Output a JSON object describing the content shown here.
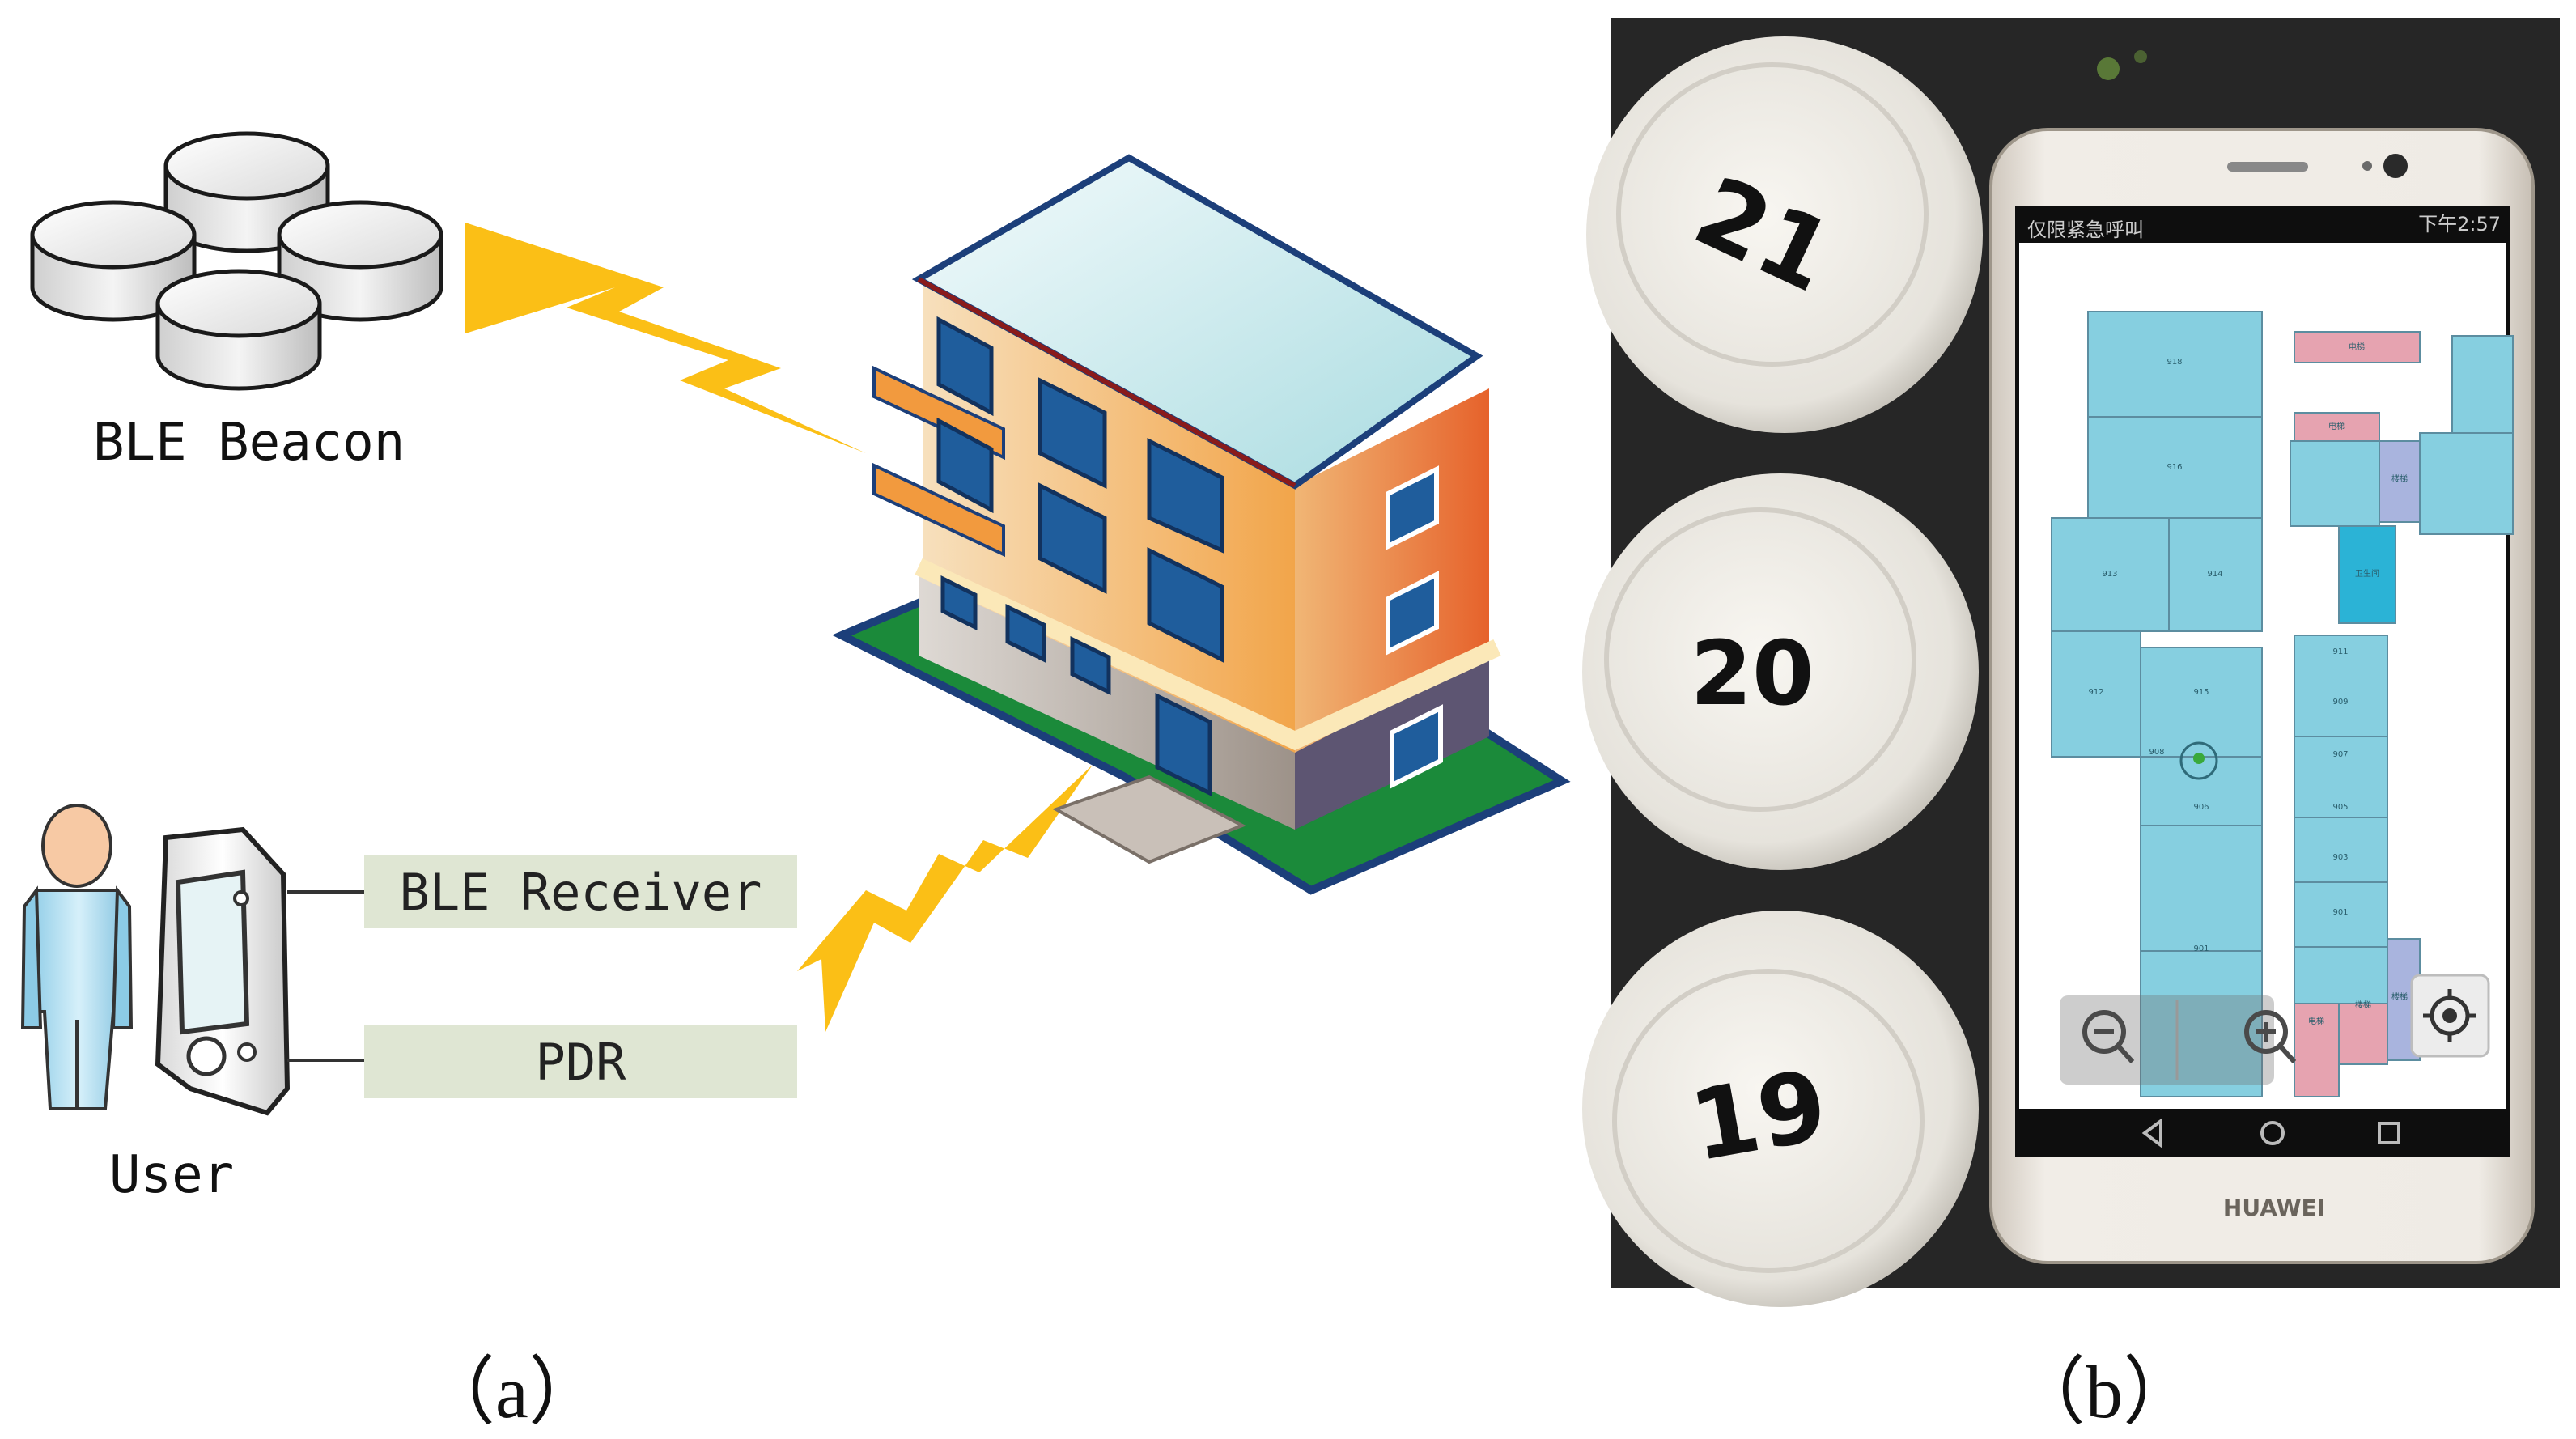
{
  "panel_a": {
    "beacon_label": "BLE Beacon",
    "user_label": "User",
    "receiver_label": "BLE Receiver",
    "pdr_label": "PDR",
    "caption": "（a）"
  },
  "panel_b": {
    "caption": "（b）",
    "beacon_numbers": [
      "21",
      "20",
      "19"
    ],
    "phone_brand": "HUAWEI",
    "status_left": "仅限紧急呼叫",
    "status_time": "下午2:57",
    "room_labels": [
      "918",
      "916",
      "913",
      "914",
      "912",
      "915",
      "911",
      "909",
      "908",
      "906",
      "907",
      "905",
      "903",
      "901",
      "901",
      "电梯",
      "电梯",
      "楼梯",
      "楼梯",
      "卫生间",
      "电梯",
      "楼梯"
    ]
  },
  "colors": {
    "bolt": "#fbbf16",
    "label_box": "#dfe6d3",
    "room": "#86cfe0",
    "pink_room": "#e6a3b0",
    "lavender_room": "#a9b4de",
    "photo_bg": "#262626"
  }
}
